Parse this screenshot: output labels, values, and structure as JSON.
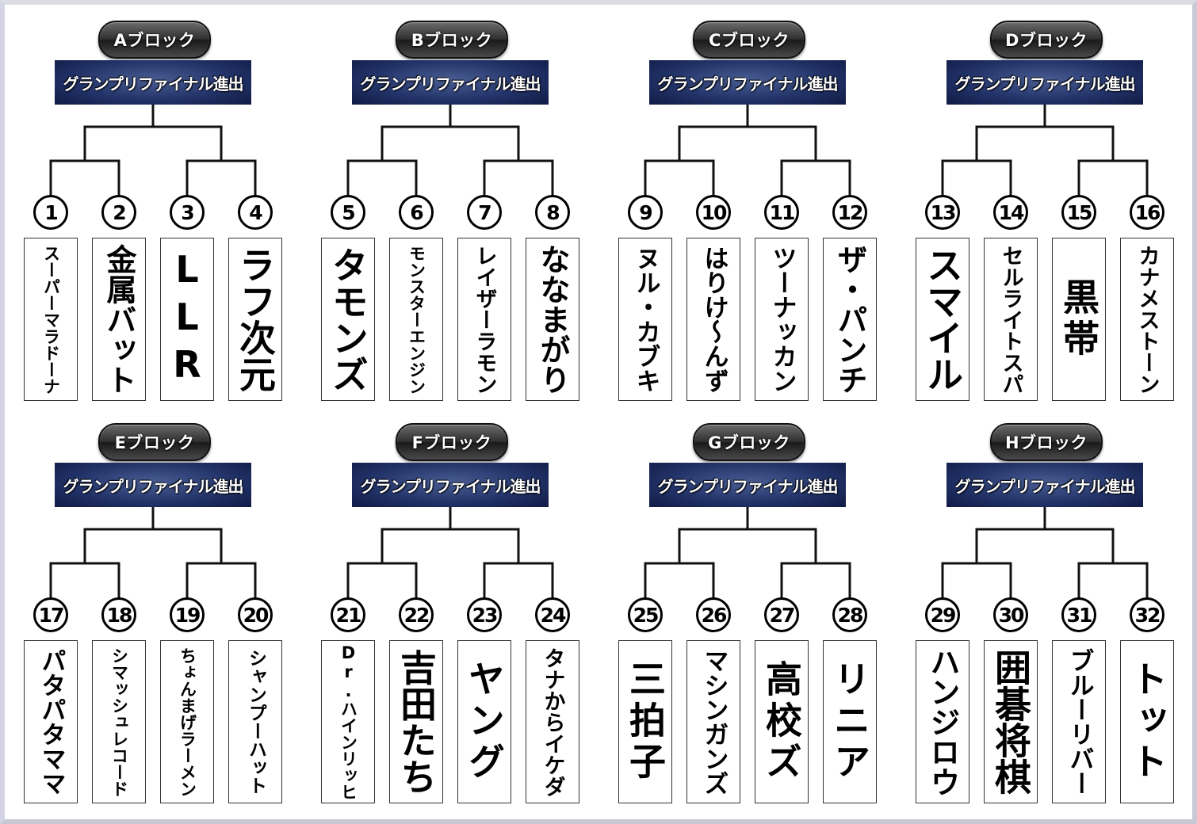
{
  "banner_label": "グランプリファイナル進出",
  "blocks": [
    {
      "name": "Aブロック",
      "entries": [
        {
          "no": "1",
          "name": "スーパーマラドーナ"
        },
        {
          "no": "2",
          "name": "金属バット"
        },
        {
          "no": "3",
          "name": "LLR"
        },
        {
          "no": "4",
          "name": "ラフ次元"
        }
      ]
    },
    {
      "name": "Bブロック",
      "entries": [
        {
          "no": "5",
          "name": "タモンズ"
        },
        {
          "no": "6",
          "name": "モンスターエンジン"
        },
        {
          "no": "7",
          "name": "レイザーラモン"
        },
        {
          "no": "8",
          "name": "ななまがり"
        }
      ]
    },
    {
      "name": "Cブロック",
      "entries": [
        {
          "no": "9",
          "name": "ヌル・カブキ"
        },
        {
          "no": "10",
          "name": "はりけ〜んず"
        },
        {
          "no": "11",
          "name": "ツーナッカン"
        },
        {
          "no": "12",
          "name": "ザ・パンチ"
        }
      ]
    },
    {
      "name": "Dブロック",
      "entries": [
        {
          "no": "13",
          "name": "スマイル"
        },
        {
          "no": "14",
          "name": "セルライトスパ"
        },
        {
          "no": "15",
          "name": "黒帯"
        },
        {
          "no": "16",
          "name": "カナメストーン"
        }
      ]
    },
    {
      "name": "Eブロック",
      "entries": [
        {
          "no": "17",
          "name": "パタパタママ"
        },
        {
          "no": "18",
          "name": "シマッシュレコード"
        },
        {
          "no": "19",
          "name": "ちょんまげラーメン"
        },
        {
          "no": "20",
          "name": "シャンプーハット"
        }
      ]
    },
    {
      "name": "Fブロック",
      "entries": [
        {
          "no": "21",
          "name": "Dr.ハインリッヒ"
        },
        {
          "no": "22",
          "name": "吉田たち"
        },
        {
          "no": "23",
          "name": "ヤング"
        },
        {
          "no": "24",
          "name": "タナからイケダ"
        }
      ]
    },
    {
      "name": "Gブロック",
      "entries": [
        {
          "no": "25",
          "name": "三拍子"
        },
        {
          "no": "26",
          "name": "マシンガンズ"
        },
        {
          "no": "27",
          "name": "高校ズ"
        },
        {
          "no": "28",
          "name": "リニア"
        }
      ]
    },
    {
      "name": "Hブロック",
      "entries": [
        {
          "no": "29",
          "name": "ハンジロウ"
        },
        {
          "no": "30",
          "name": "囲碁将棋"
        },
        {
          "no": "31",
          "name": "ブルーリバー"
        },
        {
          "no": "32",
          "name": "トット"
        }
      ]
    }
  ]
}
